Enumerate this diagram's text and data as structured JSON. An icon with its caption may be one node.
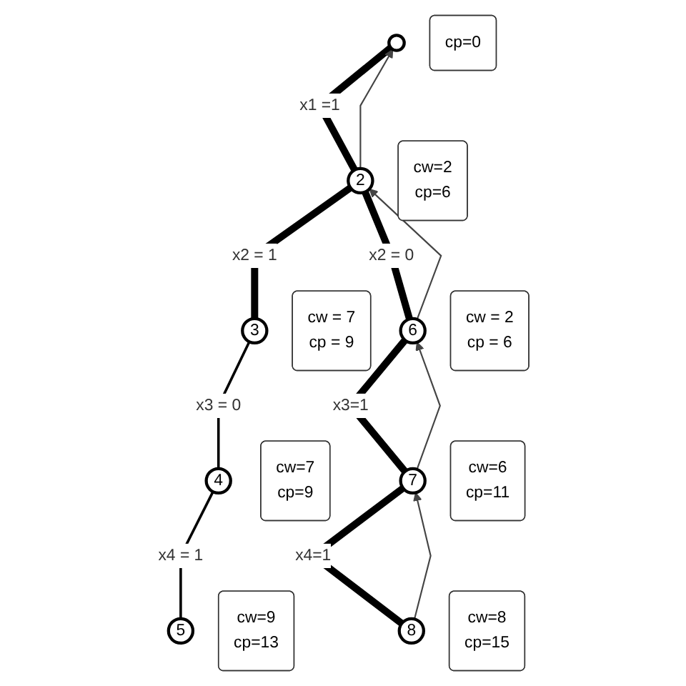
{
  "diagram": {
    "nodes": [
      {
        "text": [],
        "shape": "circle"
      },
      {
        "text": [
          "cp=0"
        ]
      },
      {
        "text": [
          "2"
        ]
      },
      {
        "text": [
          "cw=2",
          "cp=6"
        ]
      },
      {
        "text": [
          "3"
        ]
      },
      {
        "text": [
          "cw = 7",
          "cp = 9"
        ]
      },
      {
        "text": [
          "6"
        ]
      },
      {
        "text": [
          "cw = 2",
          "cp = 6"
        ]
      },
      {
        "text": [
          "4"
        ]
      },
      {
        "text": [
          "cw=7",
          "cp=9"
        ]
      },
      {
        "text": [
          "7"
        ]
      },
      {
        "text": [
          "cw=6",
          "cp=11"
        ]
      },
      {
        "text": [
          "5"
        ]
      },
      {
        "text": [
          "cw=9",
          "cp=13"
        ]
      },
      {
        "text": [
          "8"
        ]
      },
      {
        "text": [
          "cw=8",
          "cp=15"
        ]
      }
    ],
    "edges": [
      {
        "from": 0,
        "to": 2,
        "arrow": "none",
        "label": "x1 =1",
        "style": "thick"
      },
      {
        "from": 2,
        "to": 4,
        "arrow": "none",
        "label": "x2 = 1",
        "style": "thick"
      },
      {
        "from": 2,
        "to": 6,
        "arrow": "none",
        "label": "x2 = 0",
        "style": "thick"
      },
      {
        "from": 4,
        "to": 8,
        "arrow": "none",
        "label": "x3 = 0"
      },
      {
        "from": 8,
        "to": 12,
        "arrow": "none",
        "label": "x4 = 1"
      },
      {
        "from": 6,
        "to": 10,
        "arrow": "none",
        "label": "x3=1",
        "style": "thick"
      },
      {
        "from": 10,
        "to": 14,
        "arrow": "none",
        "label": "x4=1",
        "style": "thick"
      },
      {
        "from": 2,
        "to": 0,
        "arrow": "to"
      },
      {
        "from": 6,
        "to": 2,
        "arrow": "to"
      },
      {
        "from": 10,
        "to": 6,
        "arrow": "to"
      },
      {
        "from": 14,
        "to": 10,
        "arrow": "to"
      }
    ]
  }
}
